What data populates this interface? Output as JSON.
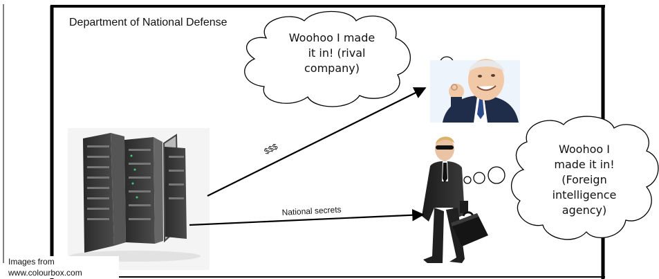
{
  "frame_title": "Department of National Defense",
  "clouds": {
    "top": [
      "Woohoo I made",
      "it in! (rival",
      "company)"
    ],
    "bottom": [
      "Woohoo I",
      "made it in!",
      "(Foreign",
      "intelligence",
      "agency)"
    ]
  },
  "arrows": {
    "money_label": "$$$",
    "secrets_label": "National secrets"
  },
  "credit": [
    "Images from",
    "www.colourbox.com"
  ]
}
